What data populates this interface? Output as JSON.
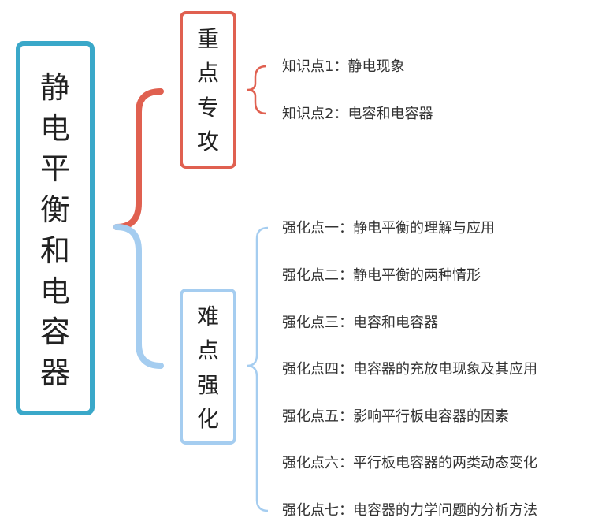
{
  "root": {
    "chars": [
      "静",
      "电",
      "平",
      "衡",
      "和",
      "电",
      "容",
      "器"
    ]
  },
  "branches": [
    {
      "chars": [
        "重",
        "点",
        "专",
        "攻"
      ],
      "color": "#e06050",
      "items": [
        "知识点1：静电现象",
        "知识点2：电容和电容器"
      ]
    },
    {
      "chars": [
        "难",
        "点",
        "强",
        "化"
      ],
      "color": "#a5cdf0",
      "items": [
        "强化点一：静电平衡的理解与应用",
        "强化点二：静电平衡的两种情形",
        "强化点三：电容和电容器",
        "强化点四：电容器的充放电现象及其应用",
        "强化点五：影响平行板电容器的因素",
        "强化点六：平行板电容器的两类动态变化",
        "强化点七：电容器的力学问题的分析方法"
      ]
    }
  ],
  "colors": {
    "root_border": "#3aa8c9",
    "branch1_border": "#e06050",
    "branch2_border": "#a5cdf0"
  }
}
